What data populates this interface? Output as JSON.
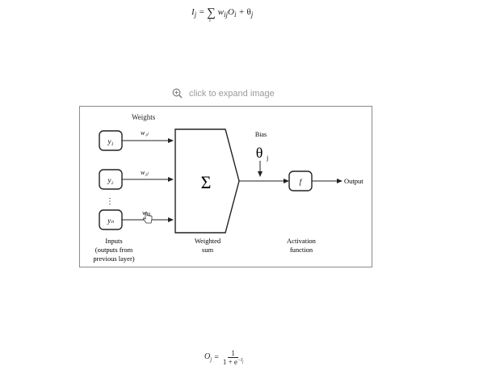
{
  "formula_top": {
    "lhs": "I",
    "lhs_sub": "j",
    "equals": " = ",
    "sum": "∑",
    "sum_sub": "i",
    "w": "w",
    "w_sub": "ij",
    "o": "O",
    "o_sub": "i",
    "plus": " + ",
    "theta": "θ",
    "theta_sub": "j"
  },
  "expand": {
    "label": "click to expand image",
    "icon": "zoom-in-icon"
  },
  "diagram": {
    "weights_label": "Weights",
    "inputs": [
      "y₁",
      "y₂",
      "yₙ"
    ],
    "input_vdots": "⋮",
    "weights": [
      "w₁ⱼ",
      "w₂ⱼ",
      "wₙⱼ"
    ],
    "sum_symbol": "Σ",
    "bias_label": "Bias",
    "bias_symbol": "θ",
    "bias_sub": "j",
    "activation_symbol": "f",
    "output_label": "Output",
    "inputs_caption": [
      "Inputs",
      "(outputs from",
      "previous layer)"
    ],
    "weighted_caption": [
      "Weighted",
      "sum"
    ],
    "activation_caption": [
      "Activation",
      "function"
    ]
  },
  "formula_bottom": {
    "lhs": "O",
    "lhs_sub": "j",
    "equals": "=",
    "num": "1",
    "den_prefix": "1 + e",
    "den_exp": "−I",
    "den_exp_sub": "j"
  }
}
